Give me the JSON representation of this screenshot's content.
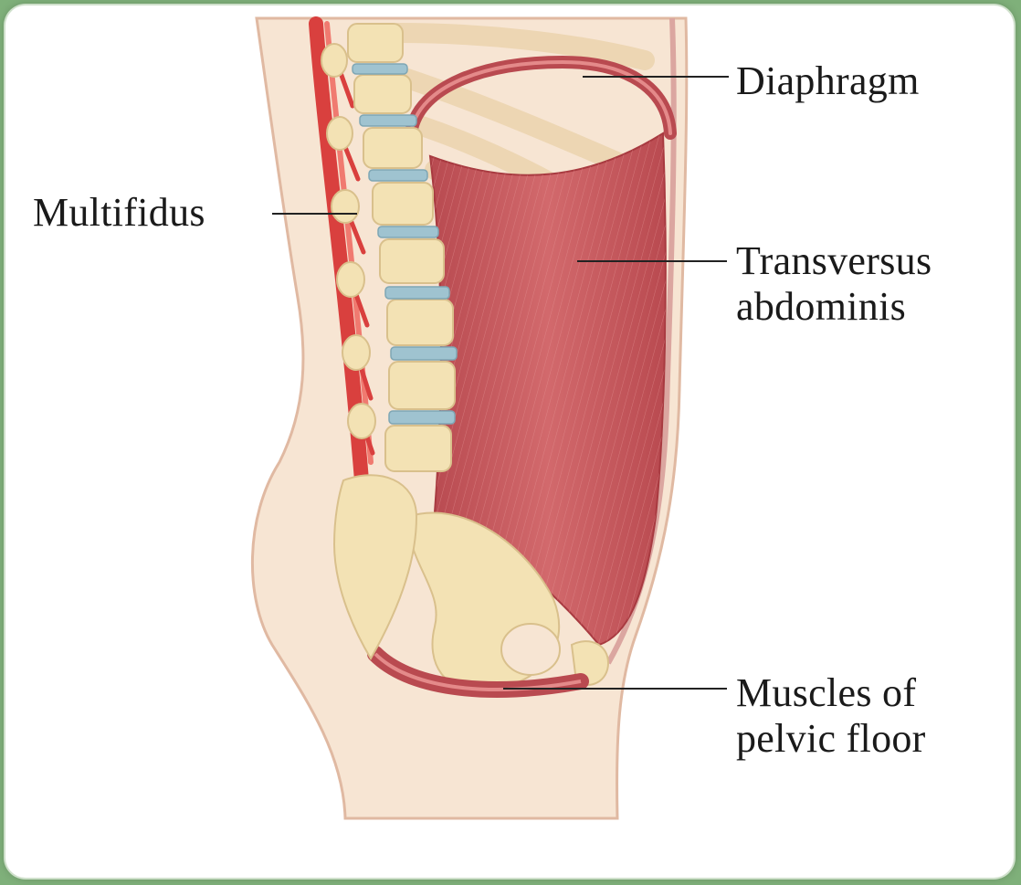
{
  "labels": {
    "diaphragm": "Diaphragm",
    "multifidus": "Multifidus",
    "transversus_line1": "Transversus",
    "transversus_line2": "abdominis",
    "pelvic_line1": "Muscles of",
    "pelvic_line2": "pelvic floor"
  },
  "colors": {
    "background_border": "#7fb07a",
    "skin": "#f6e2cf",
    "skin_outline": "#e0b9a2",
    "muscle": "#c9555a",
    "muscle_dark": "#a83a40",
    "bone": "#f3e2b4",
    "disc": "#9fc3d0",
    "multifidus": "#d9403e"
  }
}
